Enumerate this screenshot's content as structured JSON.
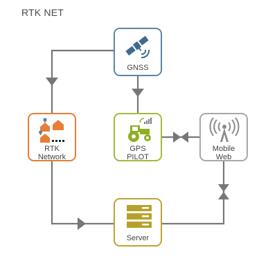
{
  "diagram": {
    "title": "RTK NET",
    "nodes": {
      "gnss": {
        "label_lines": [
          "GNSS"
        ]
      },
      "rtk": {
        "label_lines": [
          "RTK",
          "Network"
        ]
      },
      "gps": {
        "label_lines": [
          "GPS",
          "PILOT"
        ]
      },
      "mobile": {
        "label_lines": [
          "Mobile",
          "Web"
        ]
      },
      "server": {
        "label_lines": [
          "Server"
        ]
      }
    },
    "colors": {
      "line": "#777777",
      "gnss": "#5b84a6",
      "rtk": "#e67e37",
      "gps": "#a2bb3a",
      "mobile": "#a7a7a7",
      "server": "#bca52c"
    }
  }
}
